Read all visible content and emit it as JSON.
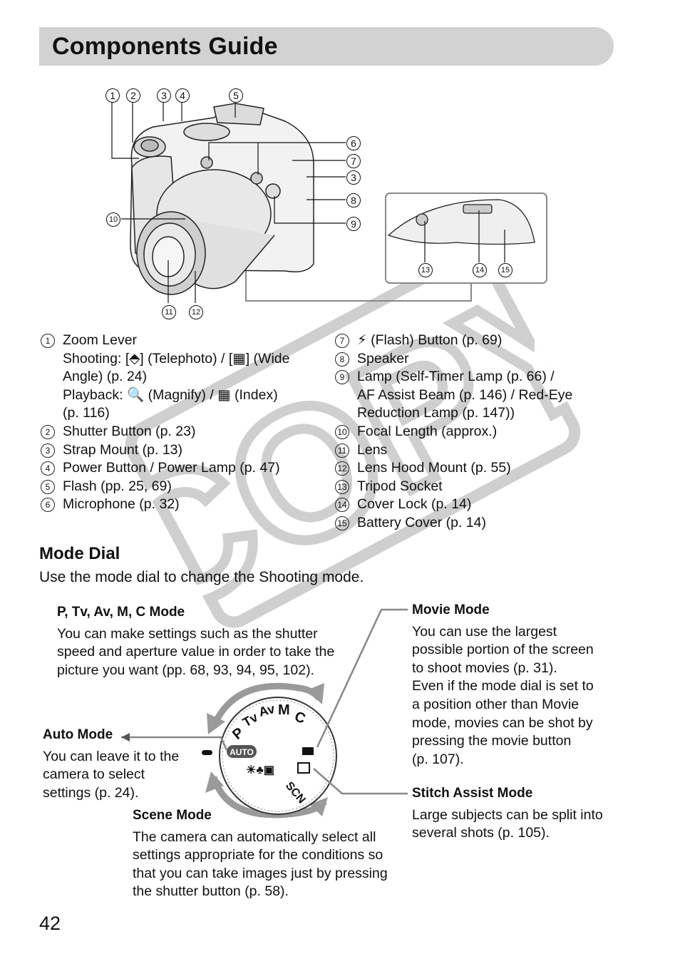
{
  "page": {
    "title": "Components Guide",
    "page_number": "42",
    "stamp": "COPY"
  },
  "figure": {
    "callouts_top": [
      "1",
      "2",
      "3",
      "4",
      "5"
    ],
    "callouts_right": [
      "6",
      "7",
      "3",
      "8",
      "9"
    ],
    "callout_left": "10",
    "callouts_bottom": [
      "11",
      "12"
    ],
    "callouts_inset": [
      "13",
      "14",
      "15"
    ]
  },
  "components_left": [
    {
      "num": "1",
      "text": "Zoom Lever\nShooting: [⬘] (Telephoto) / [▦] (Wide\nAngle) (p. 24)\nPlayback: 🔍 (Magnify) / ▦ (Index)\n(p. 116)"
    },
    {
      "num": "2",
      "text": "Shutter Button (p. 23)"
    },
    {
      "num": "3",
      "text": "Strap Mount (p. 13)"
    },
    {
      "num": "4",
      "text": "Power Button / Power Lamp (p. 47)"
    },
    {
      "num": "5",
      "text": "Flash (pp. 25, 69)"
    },
    {
      "num": "6",
      "text": "Microphone (p. 32)"
    }
  ],
  "components_right": [
    {
      "num": "7",
      "text": "⚡ (Flash) Button (p. 69)"
    },
    {
      "num": "8",
      "text": "Speaker"
    },
    {
      "num": "9",
      "text": "Lamp (Self-Timer Lamp (p. 66) /\nAF Assist Beam (p. 146) / Red-Eye\nReduction Lamp (p. 147))"
    },
    {
      "num": "10",
      "text": "Focal Length (approx.)"
    },
    {
      "num": "11",
      "text": "Lens"
    },
    {
      "num": "12",
      "text": "Lens Hood Mount (p. 55)"
    },
    {
      "num": "13",
      "text": "Tripod Socket"
    },
    {
      "num": "14",
      "text": "Cover Lock (p. 14)"
    },
    {
      "num": "15",
      "text": "Battery Cover (p. 14)"
    }
  ],
  "mode_dial": {
    "heading": "Mode Dial",
    "intro": "Use the mode dial to change the Shooting mode.",
    "dial_labels": [
      "P",
      "Tv",
      "Av",
      "M",
      "C",
      "AUTO",
      "SCN"
    ],
    "modes": {
      "ptvavmc": {
        "title": "P, Tv, Av, M, C Mode",
        "body": "You can make settings such as the shutter\nspeed and aperture value in order to take the\npicture you want (pp. 68, 93, 94, 95, 102)."
      },
      "auto": {
        "title": "Auto Mode",
        "body": "You can leave it to the\ncamera to select\nsettings (p. 24)."
      },
      "scene": {
        "title": "Scene Mode",
        "body": "The camera can automatically select all\nsettings appropriate for the conditions so\nthat you can take images just by pressing\nthe shutter button (p. 58)."
      },
      "movie": {
        "title": "Movie Mode",
        "body": "You can use the largest\npossible portion of the screen\nto shoot movies (p. 31).\nEven if the mode dial is set to\na position other than Movie\nmode, movies can be shot by\npressing the movie button\n(p. 107)."
      },
      "stitch": {
        "title": "Stitch Assist Mode",
        "body": "Large subjects can be split into\nseveral shots (p. 105)."
      }
    }
  },
  "colors": {
    "title_bar": "#d2d2d2",
    "stamp": "#cfcfcf",
    "arrow": "#9a9a9a"
  }
}
